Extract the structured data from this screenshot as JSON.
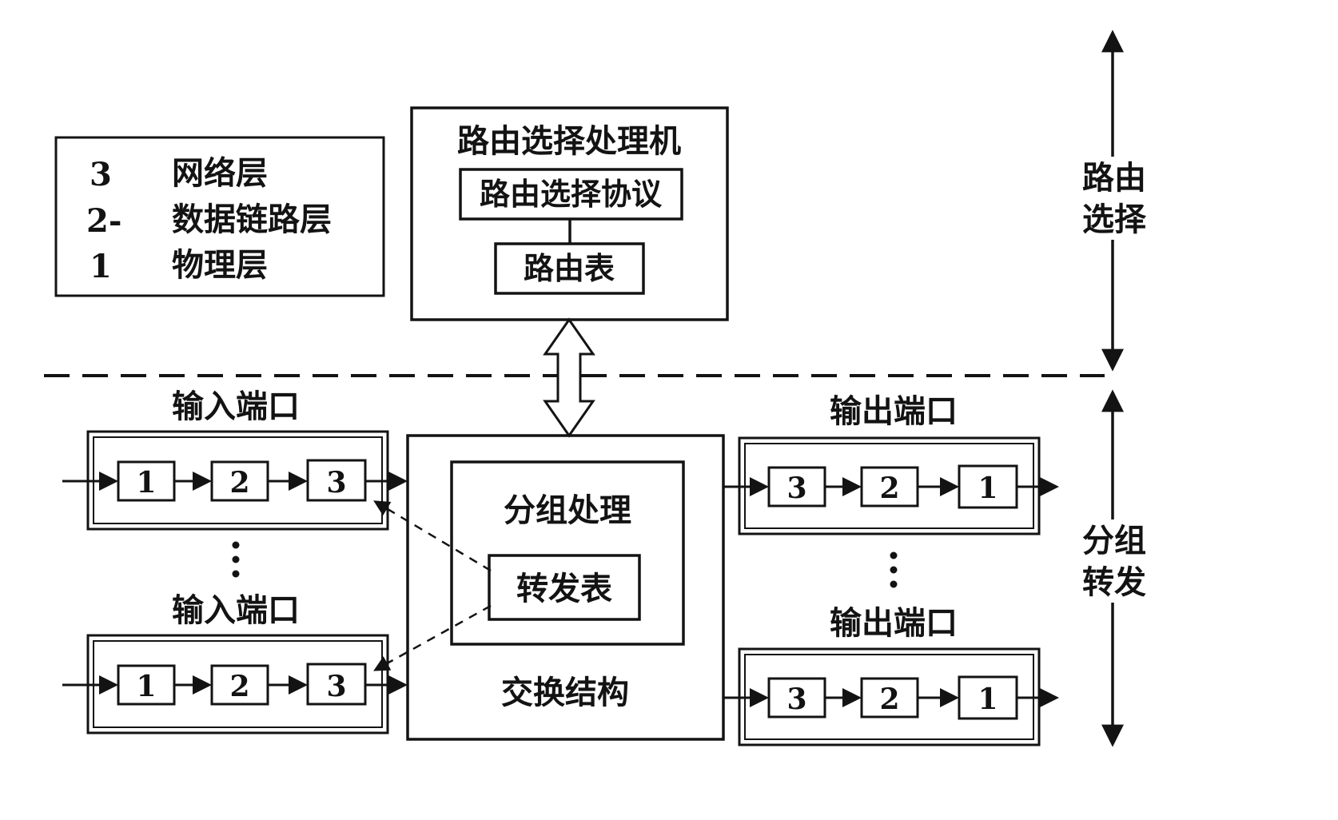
{
  "colors": {
    "ink": "#131313",
    "bg": "#ffffff"
  },
  "legend": {
    "items": [
      {
        "num": "3",
        "label": "网络层"
      },
      {
        "num": "2-",
        "label": "数据链路层"
      },
      {
        "num": "1",
        "label": "物理层"
      }
    ]
  },
  "routing_processor": {
    "title": "路由选择处理机",
    "protocol": "路由选择协议",
    "table": "路由表"
  },
  "switching": {
    "packet_processing": "分组处理",
    "forwarding_table": "转发表",
    "fabric": "交换结构"
  },
  "ports": {
    "input_title": "输入端口",
    "output_title": "输出端口",
    "input_layers": [
      "1",
      "2",
      "3"
    ],
    "output_layers": [
      "3",
      "2",
      "1"
    ]
  },
  "side_labels": {
    "routing_line1": "路由",
    "routing_line2": "选择",
    "forwarding_line1": "分组",
    "forwarding_line2": "转发"
  }
}
